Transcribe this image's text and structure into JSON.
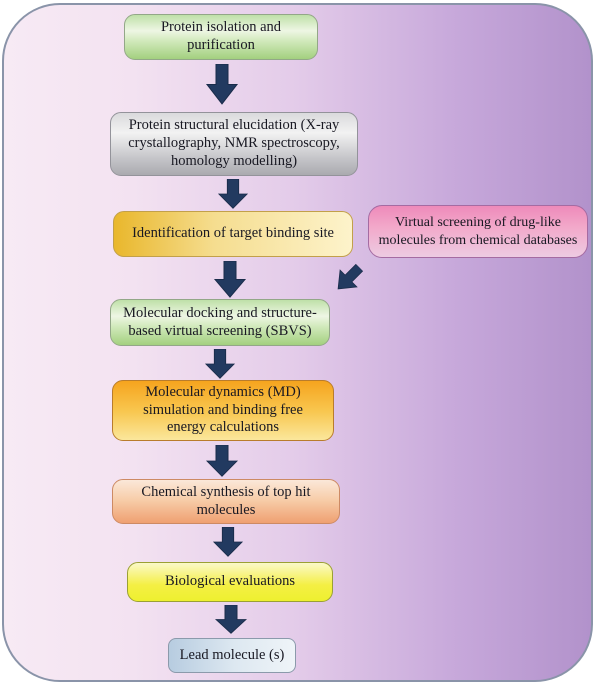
{
  "figure": {
    "type": "flowchart",
    "panel": {
      "fill_left": "#f7eaf4",
      "fill_right": "#b292cb",
      "border": "#8a94a9"
    },
    "arrow_color": "#223a60",
    "text_color": "#181822"
  },
  "nodes": [
    {
      "id": "protein_isolation",
      "label": "Protein isolation and purification",
      "colors": {
        "top": "#bfe0a8",
        "bottom": "#a3d07f",
        "border": "#93a788"
      }
    },
    {
      "id": "structural_elucidation",
      "label": "Protein structural elucidation (X-ray crystallography, NMR spectroscopy, homology modelling)",
      "colors": {
        "top": "#dadadc",
        "bottom": "#aaaaaf",
        "border": "#93939a"
      }
    },
    {
      "id": "binding_site",
      "label": "Identification of target binding site",
      "colors": {
        "left": "#e9b72c",
        "right": "#fdf3cb",
        "border": "#c2a04a"
      }
    },
    {
      "id": "virtual_screening",
      "label": "Virtual screening of drug-like molecules from chemical databases",
      "colors": {
        "top": "#ee8aba",
        "bottom": "#edcbe2",
        "border": "#a56ba2"
      }
    },
    {
      "id": "docking_sbvs",
      "label": "Molecular docking and structure-based virtual screening (SBVS)",
      "colors": {
        "top": "#bfe0a8",
        "bottom": "#a3d07f",
        "border": "#93a788"
      }
    },
    {
      "id": "md_simulation",
      "label": "Molecular dynamics (MD) simulation and binding free energy calculations",
      "colors": {
        "top": "#f6a41e",
        "bottom": "#fbe79c",
        "border": "#b97c2c"
      }
    },
    {
      "id": "chemical_synthesis",
      "label": "Chemical synthesis of top hit molecules",
      "colors": {
        "top": "#fbe8d9",
        "bottom": "#efa071",
        "border": "#cd8a64"
      }
    },
    {
      "id": "biological_evaluations",
      "label": "Biological evaluations",
      "colors": {
        "top": "#fbf9c9",
        "bottom": "#eef02f",
        "border": "#9aa034"
      }
    },
    {
      "id": "lead_molecule",
      "label": "Lead molecule (s)",
      "colors": {
        "left": "#b7cce0",
        "right": "#eff4f8",
        "border": "#8b9aab"
      }
    }
  ],
  "edges": [
    {
      "from": "protein_isolation",
      "to": "structural_elucidation",
      "style": "down"
    },
    {
      "from": "structural_elucidation",
      "to": "binding_site",
      "style": "down"
    },
    {
      "from": "binding_site",
      "to": "docking_sbvs",
      "style": "down"
    },
    {
      "from": "virtual_screening",
      "to": "docking_sbvs",
      "style": "diagonal-down-left"
    },
    {
      "from": "docking_sbvs",
      "to": "md_simulation",
      "style": "down"
    },
    {
      "from": "md_simulation",
      "to": "chemical_synthesis",
      "style": "down"
    },
    {
      "from": "chemical_synthesis",
      "to": "biological_evaluations",
      "style": "down"
    },
    {
      "from": "biological_evaluations",
      "to": "lead_molecule",
      "style": "down"
    }
  ]
}
